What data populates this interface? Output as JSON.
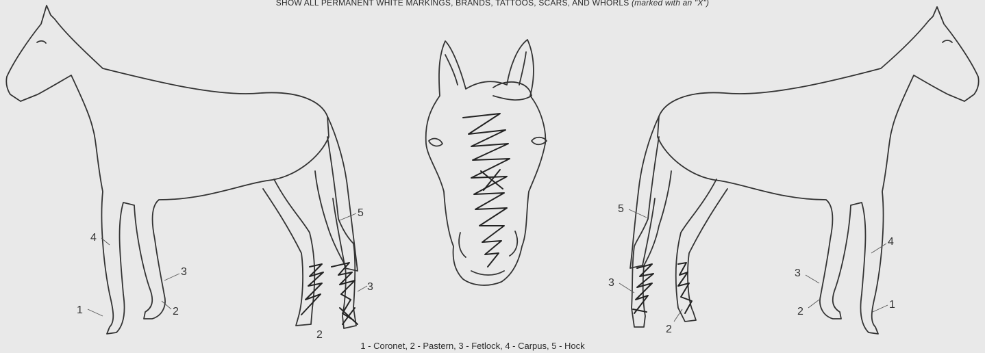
{
  "header": {
    "instruction": "SHOW ALL PERMANENT WHITE MARKINGS, BRANDS, TATTOOS, SCARS, AND WHORLS",
    "note": "(marked with an \"X\")"
  },
  "legend": "1 - Coronet, 2 - Pastern, 3 - Fetlock, 4 - Carpus, 5 - Hock",
  "left_side_labels": [
    "1",
    "2",
    "3",
    "4",
    "5",
    "2",
    "3"
  ],
  "right_side_labels": [
    "5",
    "3",
    "2",
    "3",
    "2",
    "4",
    "1"
  ]
}
